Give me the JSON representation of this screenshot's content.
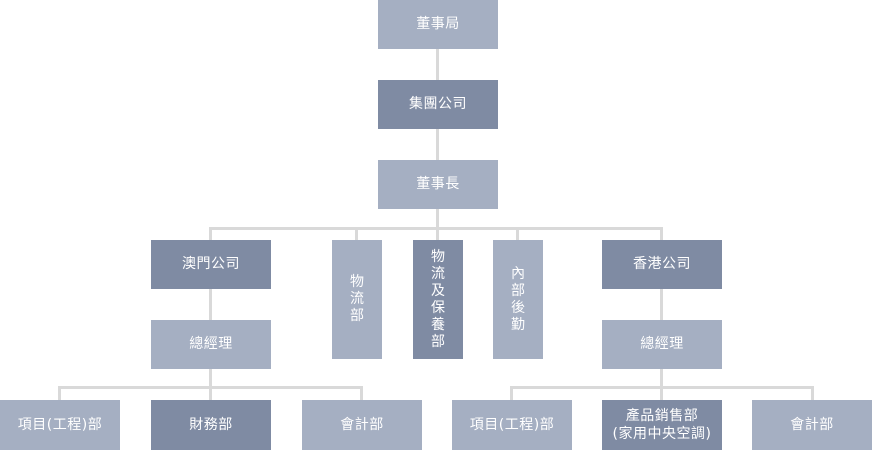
{
  "org_chart": {
    "board": "董事局",
    "group": "集團公司",
    "chairman": "董事長",
    "macau": {
      "company": "澳門公司",
      "general_manager": "總經理",
      "departments": [
        "項目(工程)部",
        "財務部",
        "會計部"
      ]
    },
    "center_departments": [
      "物流部",
      "物流及保養部",
      "內部後勤"
    ],
    "hongkong": {
      "company": "香港公司",
      "general_manager": "總經理",
      "departments": [
        "項目(工程)部",
        "產品銷售部\n(家用中央空調)",
        "會計部"
      ]
    }
  },
  "colors": {
    "light_box": "#a5afc2",
    "dark_box": "#7f8ba3",
    "connector": "#d9d9d9",
    "text": "#ffffff"
  }
}
